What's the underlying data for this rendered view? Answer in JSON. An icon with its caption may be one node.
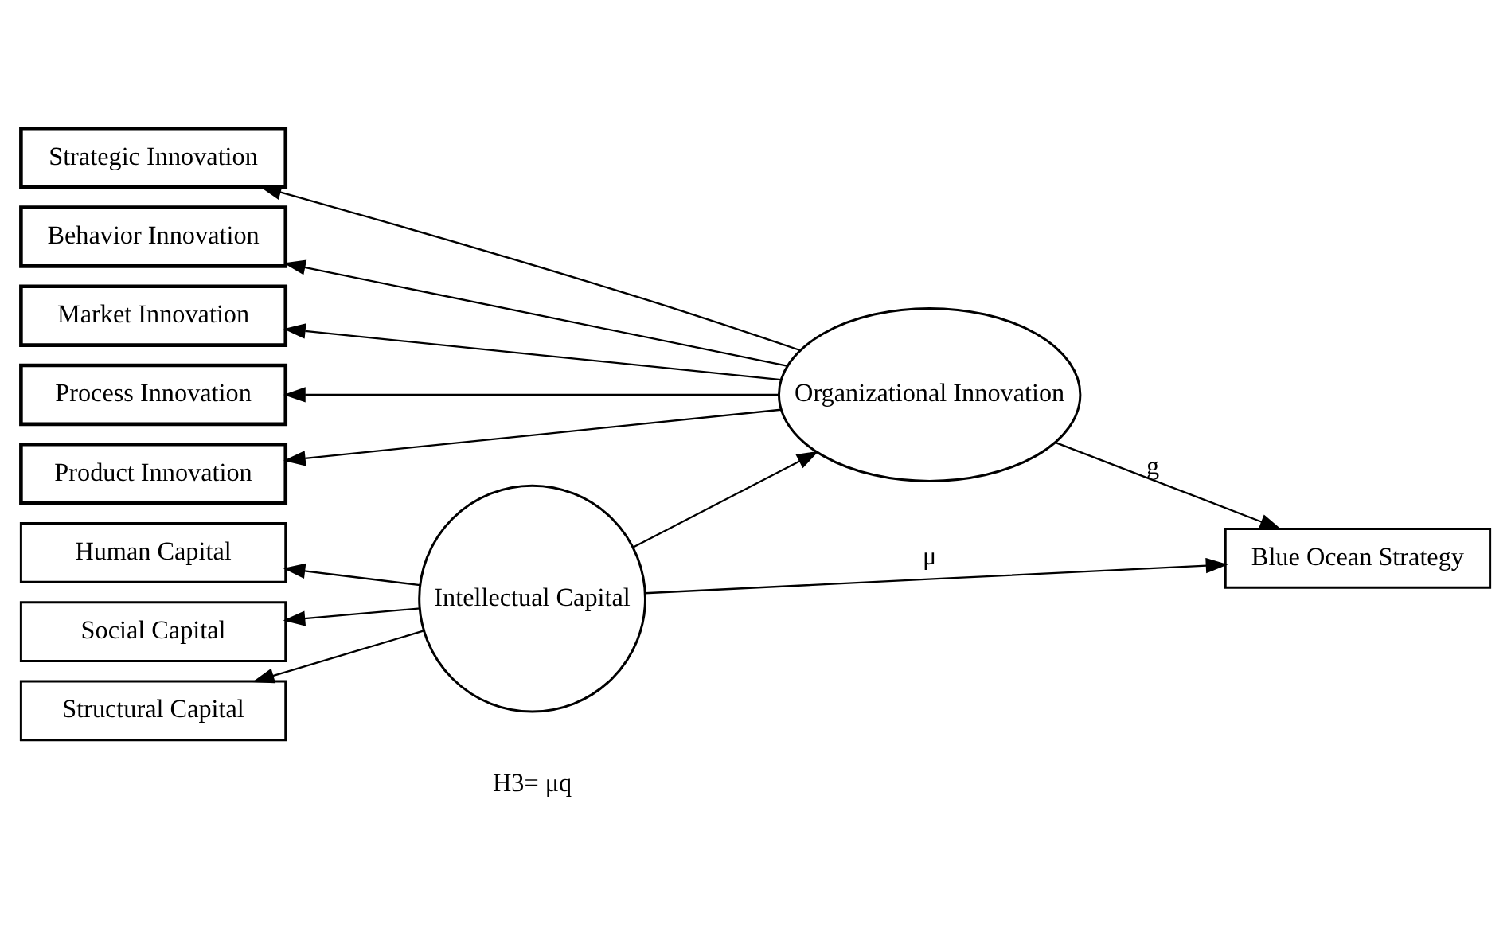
{
  "diagram": {
    "nodes": [
      {
        "text": [
          "Strategic Innovation"
        ]
      },
      {
        "text": [
          "Behavior Innovation"
        ]
      },
      {
        "text": [
          "Market Innovation"
        ]
      },
      {
        "text": [
          "Process Innovation"
        ]
      },
      {
        "text": [
          "Product Innovation"
        ]
      },
      {
        "text": [
          "Organizational Innovation"
        ]
      },
      {
        "text": [
          "Human Capital"
        ]
      },
      {
        "text": [
          "Social Capital"
        ]
      },
      {
        "text": [
          "Structural Capital"
        ]
      },
      {
        "text": [
          "Intellectual Capital"
        ]
      },
      {
        "text": [
          "Blue Ocean Strategy"
        ]
      }
    ],
    "edges": [
      {
        "from": 5,
        "to": 0,
        "arrow": "to"
      },
      {
        "from": 5,
        "to": 1,
        "arrow": "to"
      },
      {
        "from": 5,
        "to": 2,
        "arrow": "to"
      },
      {
        "from": 5,
        "to": 3,
        "arrow": "to"
      },
      {
        "from": 5,
        "to": 4,
        "arrow": "to"
      },
      {
        "from": 9,
        "to": 5,
        "arrow": "to"
      },
      {
        "from": 5,
        "to": 10,
        "arrow": "to",
        "label": "g"
      },
      {
        "from": 9,
        "to": 6,
        "arrow": "to"
      },
      {
        "from": 9,
        "to": 7,
        "arrow": "to"
      },
      {
        "from": 9,
        "to": 8,
        "arrow": "to"
      },
      {
        "from": 9,
        "to": 10,
        "arrow": "to",
        "label": "μ"
      }
    ],
    "labels": [
      "H3= μq"
    ]
  }
}
